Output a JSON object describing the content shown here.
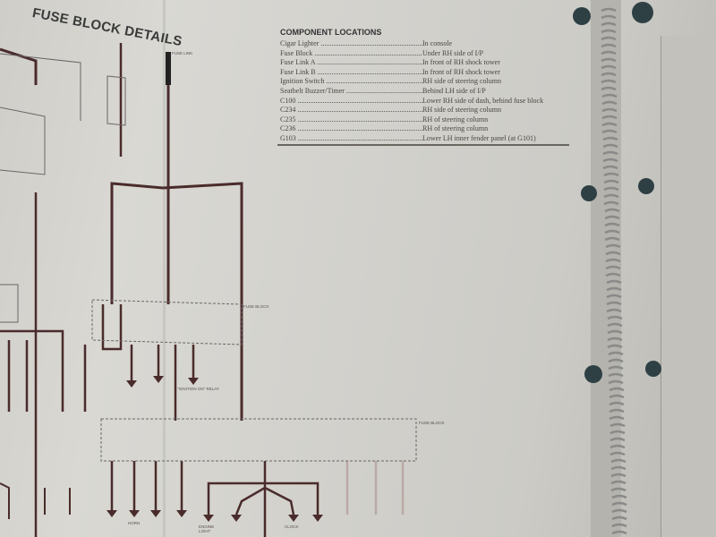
{
  "diagram": {
    "title": "FUSE BLOCK DETAILS",
    "labels": {
      "fuse_link": "FUSE LINK",
      "fuse_block_top": "FUSE BLOCK",
      "fuse_block_bottom": "FUSE BLOCK",
      "ignition_on_relay": "\"IGNITION ON\" RELAY",
      "horn": "HORN",
      "clock": "CLOCK",
      "engine_light": "ENGINE LIGHT"
    }
  },
  "component_locations": {
    "heading": "COMPONENT LOCATIONS",
    "rows": [
      {
        "component": "Cigar Lighter",
        "location": "In console"
      },
      {
        "component": "Fuse Block",
        "location": "Under RH side of I/P"
      },
      {
        "component": "Fuse Link A",
        "location": "In front of RH shock tower"
      },
      {
        "component": "Fuse Link B",
        "location": "In front of RH shock tower"
      },
      {
        "component": "Ignition Switch",
        "location": "RH side of steering column"
      },
      {
        "component": "Seatbelt Buzzer/Timer",
        "location": "Behind LH side of I/P"
      },
      {
        "component": "C100",
        "location": "Lower RH side of dash, behind fuse block"
      },
      {
        "component": "C234",
        "location": "RH side of steering column"
      },
      {
        "component": "C235",
        "location": "RH of steering column"
      },
      {
        "component": "C236",
        "location": "RH of steering column"
      },
      {
        "component": "G103",
        "location": "Lower LH inner fender panel (at G101)"
      }
    ]
  },
  "colors": {
    "wire": "#4a2b2b",
    "paper": "#d6d5d0",
    "binding_hole": "#2f4044"
  }
}
